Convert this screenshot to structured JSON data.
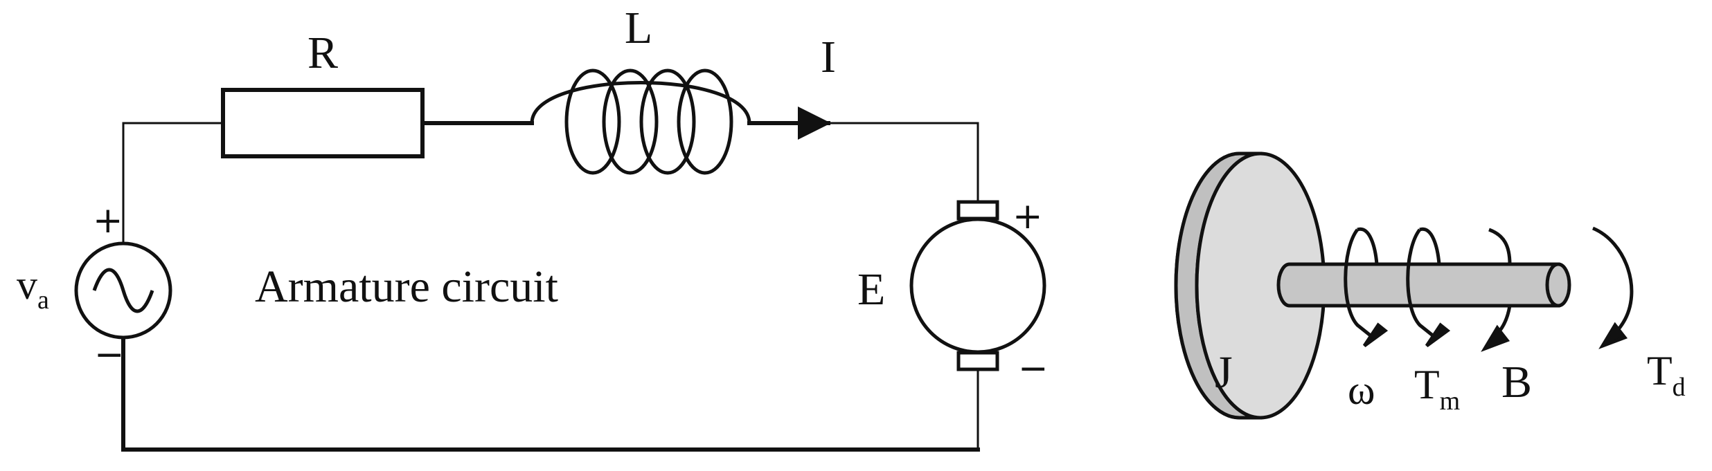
{
  "colors": {
    "stroke": "#111111",
    "disk": "#d0d0d0",
    "disk_face": "#dcdcdc",
    "shaft": "#c6c6c6",
    "background": "#ffffff"
  },
  "circuit": {
    "resistor_label": "R",
    "inductor_label": "L",
    "current_label": "I",
    "source_label": "v",
    "source_subscript": "a",
    "emf_label": "E",
    "caption": "Armature circuit",
    "plus_sign": "+",
    "minus_sign": "−"
  },
  "mechanical": {
    "inertia_label": "J",
    "speed_label": "ω",
    "motor_torque_label": "T",
    "motor_torque_subscript": "m",
    "friction_label": "B",
    "disturbance_label": "T",
    "disturbance_subscript": "d"
  }
}
